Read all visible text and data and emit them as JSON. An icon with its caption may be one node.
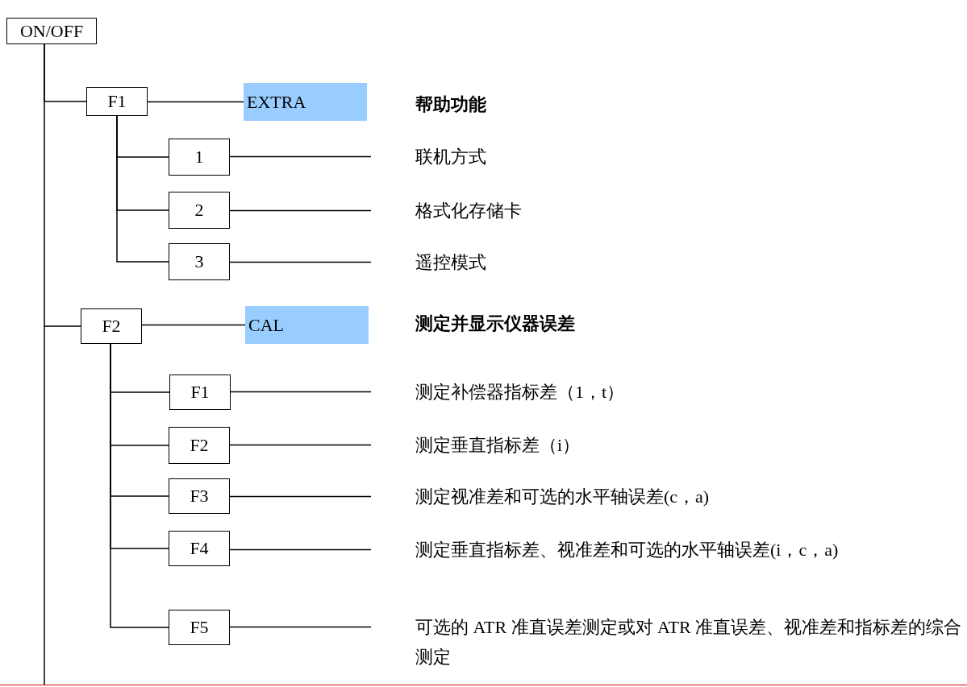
{
  "diagram": {
    "nodes": [
      {
        "text": [
          "ON/OFF"
        ]
      },
      {
        "text": [
          "F1"
        ]
      },
      {
        "text": [
          "EXTRA"
        ]
      },
      {
        "text": [
          "帮助功能"
        ]
      },
      {
        "text": [
          "1"
        ]
      },
      {
        "text": [
          "联机方式"
        ]
      },
      {
        "text": [
          "2"
        ]
      },
      {
        "text": [
          "格式化存储卡"
        ]
      },
      {
        "text": [
          "3"
        ]
      },
      {
        "text": [
          "遥控模式"
        ]
      },
      {
        "text": [
          "F2"
        ]
      },
      {
        "text": [
          "CAL"
        ]
      },
      {
        "text": [
          "测定并显示仪器误差"
        ]
      },
      {
        "text": [
          "F1"
        ]
      },
      {
        "text": [
          "测定补偿器指标差（1，t）"
        ]
      },
      {
        "text": [
          "F2"
        ]
      },
      {
        "text": [
          "测定垂直指标差（i）"
        ]
      },
      {
        "text": [
          "F3"
        ]
      },
      {
        "text": [
          "测定视准差和可选的水平轴误差(c，a)"
        ]
      },
      {
        "text": [
          "F4"
        ]
      },
      {
        "text": [
          "测定垂直指标差、视准差和可选的水平轴误差(i，c，a)"
        ]
      },
      {
        "text": [
          "F5"
        ]
      },
      {
        "text": [
          "可选的 ATR 准直误差测定或对 ATR 准直误差、视准差和指标差的综合测定"
        ]
      }
    ],
    "edges": [
      {
        "from": 0,
        "to": 1,
        "arrow": "none"
      },
      {
        "from": 0,
        "to": 10,
        "arrow": "none"
      },
      {
        "from": 1,
        "to": 2,
        "arrow": "none"
      },
      {
        "from": 1,
        "to": 4,
        "arrow": "none"
      },
      {
        "from": 1,
        "to": 6,
        "arrow": "none"
      },
      {
        "from": 1,
        "to": 8,
        "arrow": "none"
      },
      {
        "from": 4,
        "to": 5,
        "arrow": "none"
      },
      {
        "from": 6,
        "to": 7,
        "arrow": "none"
      },
      {
        "from": 8,
        "to": 9,
        "arrow": "none"
      },
      {
        "from": 10,
        "to": 11,
        "arrow": "none"
      },
      {
        "from": 10,
        "to": 13,
        "arrow": "none"
      },
      {
        "from": 10,
        "to": 15,
        "arrow": "none"
      },
      {
        "from": 10,
        "to": 17,
        "arrow": "none"
      },
      {
        "from": 10,
        "to": 19,
        "arrow": "none"
      },
      {
        "from": 10,
        "to": 21,
        "arrow": "none"
      },
      {
        "from": 13,
        "to": 14,
        "arrow": "none"
      },
      {
        "from": 15,
        "to": 16,
        "arrow": "none"
      },
      {
        "from": 17,
        "to": 18,
        "arrow": "none"
      },
      {
        "from": 19,
        "to": 20,
        "arrow": "none"
      },
      {
        "from": 21,
        "to": 22,
        "arrow": "none"
      }
    ]
  }
}
